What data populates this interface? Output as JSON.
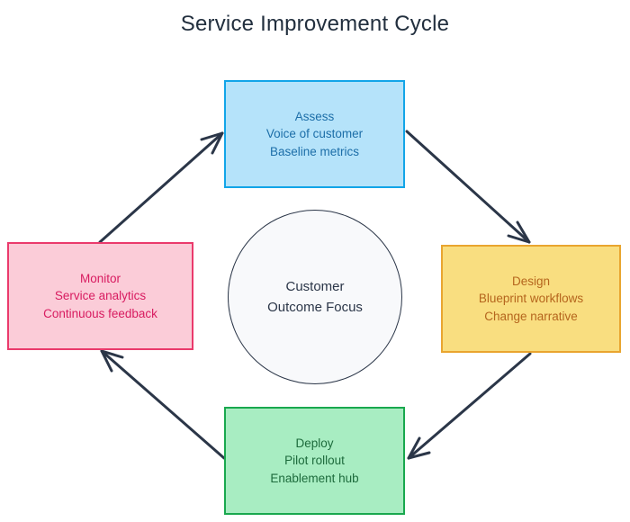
{
  "diagram": {
    "title": "Service Improvement Cycle",
    "background_color": "#ffffff",
    "title_color": "#222f3e",
    "arrow_color": "#2b3648",
    "center": {
      "name": "customer-outcome-focus",
      "lines": [
        "Customer",
        "Outcome Focus"
      ],
      "shape": "circle",
      "fill": "#f8f9fb",
      "stroke": "#2b3648",
      "text_color": "#2b3648"
    },
    "nodes": [
      {
        "id": "assess",
        "position": "top",
        "lines": [
          "Assess",
          "Voice of customer",
          "Baseline metrics"
        ],
        "fill": "#b5e3fa",
        "stroke": "#12a5e8",
        "text_color": "#1c6ea8"
      },
      {
        "id": "design",
        "position": "right",
        "lines": [
          "Design",
          "Blueprint workflows",
          "Change narrative"
        ],
        "fill": "#f9de80",
        "stroke": "#e9a52f",
        "text_color": "#b5651d"
      },
      {
        "id": "deploy",
        "position": "bottom",
        "lines": [
          "Deploy",
          "Pilot rollout",
          "Enablement hub"
        ],
        "fill": "#a8edc2",
        "stroke": "#19a84e",
        "text_color": "#1d6b3c"
      },
      {
        "id": "monitor",
        "position": "left",
        "lines": [
          "Monitor",
          "Service analytics",
          "Continuous feedback"
        ],
        "fill": "#fbccd8",
        "stroke": "#ea3a6c",
        "text_color": "#d81b60"
      }
    ],
    "connections": [
      {
        "id": "assess-to-design",
        "from": "assess",
        "to": "design"
      },
      {
        "id": "design-to-deploy",
        "from": "design",
        "to": "deploy"
      },
      {
        "id": "deploy-to-monitor",
        "from": "deploy",
        "to": "monitor"
      },
      {
        "id": "monitor-to-assess",
        "from": "monitor",
        "to": "assess"
      }
    ]
  }
}
